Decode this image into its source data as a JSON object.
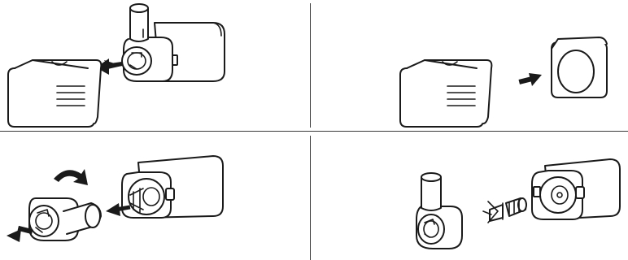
{
  "figure": {
    "panels": [
      {
        "id": "step-1",
        "depicts": "remove-front-cover"
      },
      {
        "id": "step-2",
        "depicts": "insert-filter-sponge"
      },
      {
        "id": "step-3",
        "depicts": "twist-off-impeller-cover"
      },
      {
        "id": "step-4",
        "depicts": "remove-impeller"
      }
    ],
    "icons": [
      "arrow-icon",
      "rotate-arrow-icon"
    ],
    "colors": {
      "ink": "#1a1a1a",
      "paper": "#ffffff",
      "divider": "#3a3a3a"
    }
  }
}
